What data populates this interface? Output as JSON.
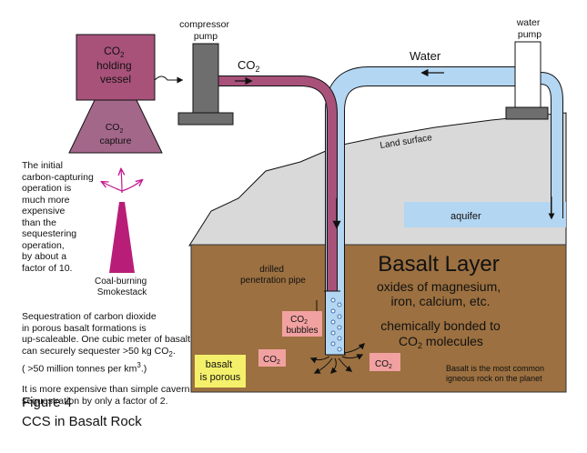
{
  "labels": {
    "holding_vessel": [
      "CO",
      "2",
      "holding",
      "vessel"
    ],
    "capture": [
      "CO",
      "2",
      "capture"
    ],
    "compressor_pump": [
      "compressor",
      "pump"
    ],
    "co2_flow": [
      "CO",
      "2"
    ],
    "water": "Water",
    "water_pump": [
      "water",
      "pump"
    ],
    "land_surface": "Land surface",
    "aquifer": "aquifer",
    "basalt_layer": "Basalt Layer",
    "oxides": [
      "oxides of magnesium,",
      "iron, calcium, etc."
    ],
    "bonded": [
      "chemically bonded to",
      "CO",
      "2",
      " molecules"
    ],
    "drilled_pipe": [
      "drilled",
      "penetration pipe"
    ],
    "co2_bubbles": [
      "CO",
      "2",
      "bubbles"
    ],
    "co2_box_left": [
      "CO",
      "2"
    ],
    "co2_box_right": [
      "CO",
      "2"
    ],
    "basalt_porous": [
      "basalt",
      "is porous"
    ],
    "common_rock": [
      "Basalt is the most common",
      "igneous rock on the planet"
    ],
    "smokestack": [
      "Coal-burning",
      "Smokestack"
    ]
  },
  "notes": {
    "initial": [
      "The initial",
      "carbon-capturing",
      "operation is",
      "much more",
      "expensive",
      "than the",
      "sequestering",
      "operation,",
      "by about a",
      "factor of 10."
    ],
    "sequestration": [
      "Sequestration of carbon dioxide",
      "in porous basalt formations is",
      "up-scaleable.  One cubic meter of basalt",
      "can securely sequester >50 kg CO",
      "2",
      ".",
      "( >50 million tonnes per km",
      "3",
      ".)"
    ],
    "cavern": [
      "It is more expensive than simple cavern",
      "sequestration by only a factor of 2."
    ]
  },
  "figure": {
    "label": "Figure 4",
    "caption": "CCS in Basalt Rock"
  },
  "colors": {
    "vessel": "#a8527a",
    "capture": "#a3678a",
    "pump": "#6e6e6e",
    "pipe_co2": "#a8527a",
    "pipe_water": "#b3d6f2",
    "ground": "#d9d9d9",
    "basalt": "#9c7040",
    "aquifer": "#b3d6f2",
    "bubble_box": "#f2a1a1",
    "porous_box": "#f5f06b",
    "arrow_magenta": "#c2188f"
  }
}
